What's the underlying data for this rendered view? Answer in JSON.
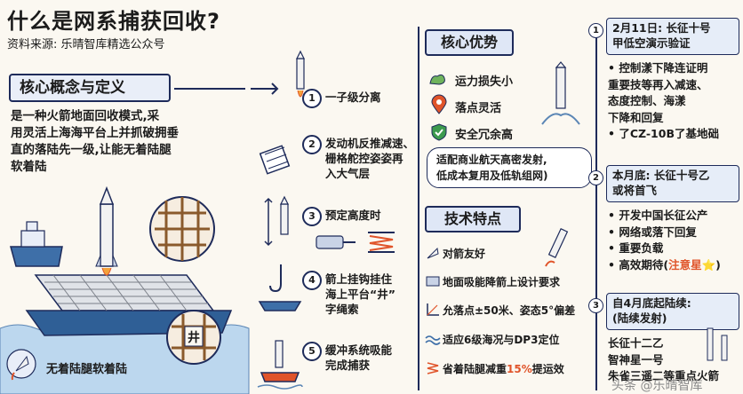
{
  "header": {
    "title": "什么是网系捕获回收?",
    "source": "资料来源: 乐晴智库精选公众号"
  },
  "definition": {
    "heading": "核心概念与定义",
    "lines": [
      "是一种火箭地面回收模式,采",
      "用灵活上海海平台上并抓破拥垂",
      "直的落陆先一级,让能无着陆腿",
      "软着陆"
    ],
    "scene_label": "无着陆腿软着陆",
    "net_char": "井"
  },
  "steps": [
    {
      "num": "1",
      "lines": [
        "一子级分离"
      ]
    },
    {
      "num": "2",
      "lines": [
        "发动机反推减速、",
        "栅格舵控姿姿再",
        "入大气层"
      ]
    },
    {
      "num": "3",
      "lines": [
        "预定高度时"
      ]
    },
    {
      "num": "4",
      "lines": [
        "箭上挂钩挂住",
        "海上平台“井”",
        "字绳索"
      ]
    },
    {
      "num": "5",
      "lines": [
        "缓冲系统吸能",
        "完成捕获"
      ]
    }
  ],
  "advantages": {
    "heading": "核心优势",
    "items": [
      "运力损失小",
      "落点灵活",
      "安全冗余高"
    ],
    "note": [
      "适配商业航天高密发射,",
      "低成本复用及低轨组网)"
    ]
  },
  "features": {
    "heading": "技术特点",
    "items": [
      {
        "pre": "对箭友好",
        "hl": "",
        "post": ""
      },
      {
        "pre": "地面吸能降箭上设计要求",
        "hl": "",
        "post": ""
      },
      {
        "pre": "允落点±50米、姿态5°偏差",
        "hl": "",
        "post": ""
      },
      {
        "pre": "适应6级海况与DP3定位",
        "hl": "",
        "post": ""
      },
      {
        "pre": "省着陆腿减重",
        "hl": "15%",
        "post": "提运效"
      }
    ]
  },
  "timeline": [
    {
      "num": "1",
      "box": [
        "2月11日: 长征十号",
        "甲低空演示验证"
      ],
      "list": [
        {
          "pre": "• 控制漾下降连证明",
          "hl": "",
          "post": ""
        },
        {
          "pre": "  重要技等再入减速、",
          "hl": "",
          "post": ""
        },
        {
          "pre": "  态度控制、海漾",
          "hl": "",
          "post": ""
        },
        {
          "pre": "  下降和回复",
          "hl": "",
          "post": ""
        },
        {
          "pre": "• 了CZ-10B了基地础",
          "hl": "",
          "post": ""
        }
      ]
    },
    {
      "num": "2",
      "box": [
        "本月底: 长征十号乙",
        "或将首飞"
      ],
      "list": [
        {
          "pre": "• 开发中国长征公产",
          "hl": "",
          "post": ""
        },
        {
          "pre": "• 网络或落下回复",
          "hl": "",
          "post": ""
        },
        {
          "pre": "• 重要负载",
          "hl": "",
          "post": ""
        },
        {
          "pre": "• 高效期待(",
          "hl": "注意星",
          "post": "⭐)"
        }
      ]
    },
    {
      "num": "3",
      "box": [
        "自4月底起陆续:",
        "(陆续发射)"
      ],
      "list": [
        {
          "pre": "  长征十二乙",
          "hl": "",
          "post": ""
        },
        {
          "pre": "  智神星一号",
          "hl": "",
          "post": ""
        },
        {
          "pre": "  朱雀三遥二等重点火箭",
          "hl": "",
          "post": ""
        }
      ]
    }
  ],
  "watermark": "头条 @乐晴智库",
  "colors": {
    "navy": "#1e2b5a",
    "accent": "#e0542a",
    "box_fill": "#dfe7f6",
    "check_green": "#3c9a4e"
  },
  "icons": [
    "muscle-icon",
    "location-pin-icon",
    "shield-check-icon",
    "rocket-icon",
    "spring-icon",
    "ruler-icon",
    "wave-icon",
    "weight-icon"
  ]
}
